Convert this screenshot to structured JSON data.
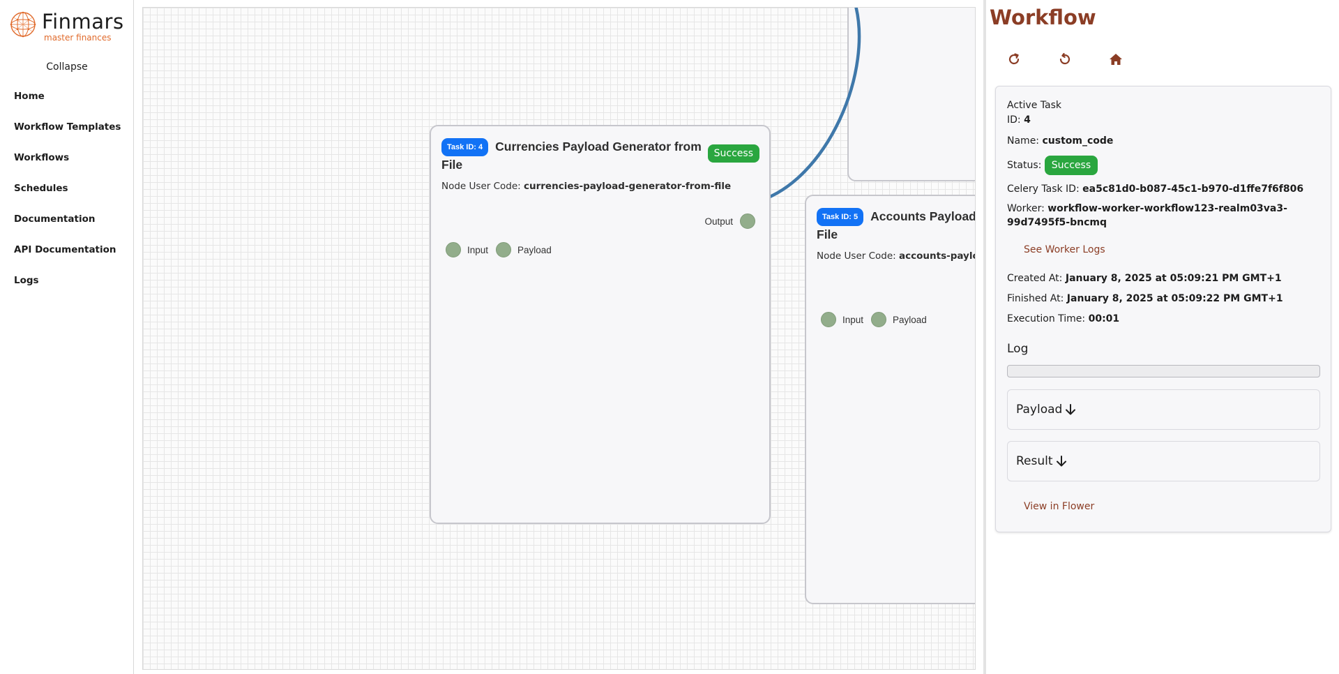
{
  "brand": {
    "name": "Finmars",
    "tagline": "master finances"
  },
  "sidebar": {
    "collapse_label": "Collapse",
    "items": [
      {
        "label": "Home"
      },
      {
        "label": "Workflow Templates"
      },
      {
        "label": "Workflows"
      },
      {
        "label": "Schedules"
      },
      {
        "label": "Documentation"
      },
      {
        "label": "API Documentation"
      },
      {
        "label": "Logs"
      }
    ]
  },
  "canvas": {
    "nodes": [
      {
        "task_badge": "Task ID: 4",
        "title": "Currencies Payload Generator from File",
        "status": "Success",
        "code_label": "Node User Code:",
        "code_value": "currencies-payload-generator-from-file",
        "output_label": "Output",
        "input_label": "Input",
        "payload_label": "Payload"
      },
      {
        "task_badge": "Task ID: 5",
        "title_line1": "Accounts Payload",
        "title_line2": "File",
        "code_label": "Node User Code:",
        "code_value": "accounts-payload",
        "input_label": "Input",
        "payload_label": "Payload"
      }
    ]
  },
  "panel": {
    "title": "Workflow",
    "toolbar": [
      "refresh-icon",
      "restart-icon",
      "home-icon"
    ],
    "active_task": {
      "heading": "Active Task",
      "id_label": "ID:",
      "id_value": "4",
      "name_label": "Name:",
      "name_value": "custom_code",
      "status_label": "Status:",
      "status_value": "Success",
      "celery_label": "Celery Task ID:",
      "celery_value": "ea5c81d0-b087-45c1-b970-d1ffe7f6f806",
      "worker_label": "Worker:",
      "worker_value_line1": "workflow-worker-workflow123-realm03va3-",
      "worker_value_line2": "99d7495f5-bncmq",
      "worker_logs_link": "See Worker Logs",
      "created_label": "Created At:",
      "created_value": "January 8, 2025 at 05:09:21 PM GMT+1",
      "finished_label": "Finished At:",
      "finished_value": "January 8, 2025 at 05:09:22 PM GMT+1",
      "exec_label": "Execution Time:",
      "exec_value": "00:01",
      "log_title": "Log",
      "payload_label": "Payload",
      "result_label": "Result",
      "flower_link": "View in Flower"
    }
  },
  "colors": {
    "accent": "#8b3d25",
    "success": "#2aa63f",
    "task_badge": "#1272f5",
    "port": "#92ad8b",
    "edge": "#3f78aa"
  }
}
